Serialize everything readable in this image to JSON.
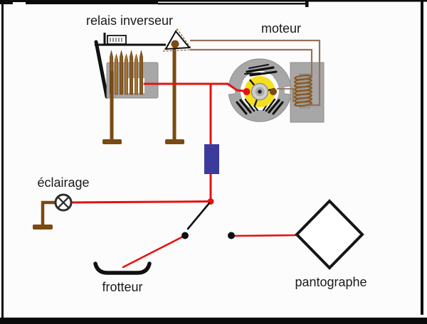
{
  "diagram": {
    "type": "wiring-schematic",
    "subject": "model locomotive electrical circuit",
    "components": {
      "relay": {
        "label": "relais inverseur"
      },
      "motor": {
        "label": "moteur"
      },
      "lighting": {
        "label": "éclairage"
      },
      "shoe": {
        "label": "frotteur"
      },
      "pantograph": {
        "label": "pantographe"
      }
    },
    "colors": {
      "wire_red": "#e51212",
      "wire_brown": "#7b4a12",
      "wire_tan": "#95725a",
      "coil_brown": "#8a5a23",
      "stator_gray": "#a7a7a7",
      "rotor_yellow": "#f2df20",
      "resistor_blue": "#3b3b9e",
      "line_black": "#111111",
      "frame_black": "#0b0b0b"
    }
  }
}
